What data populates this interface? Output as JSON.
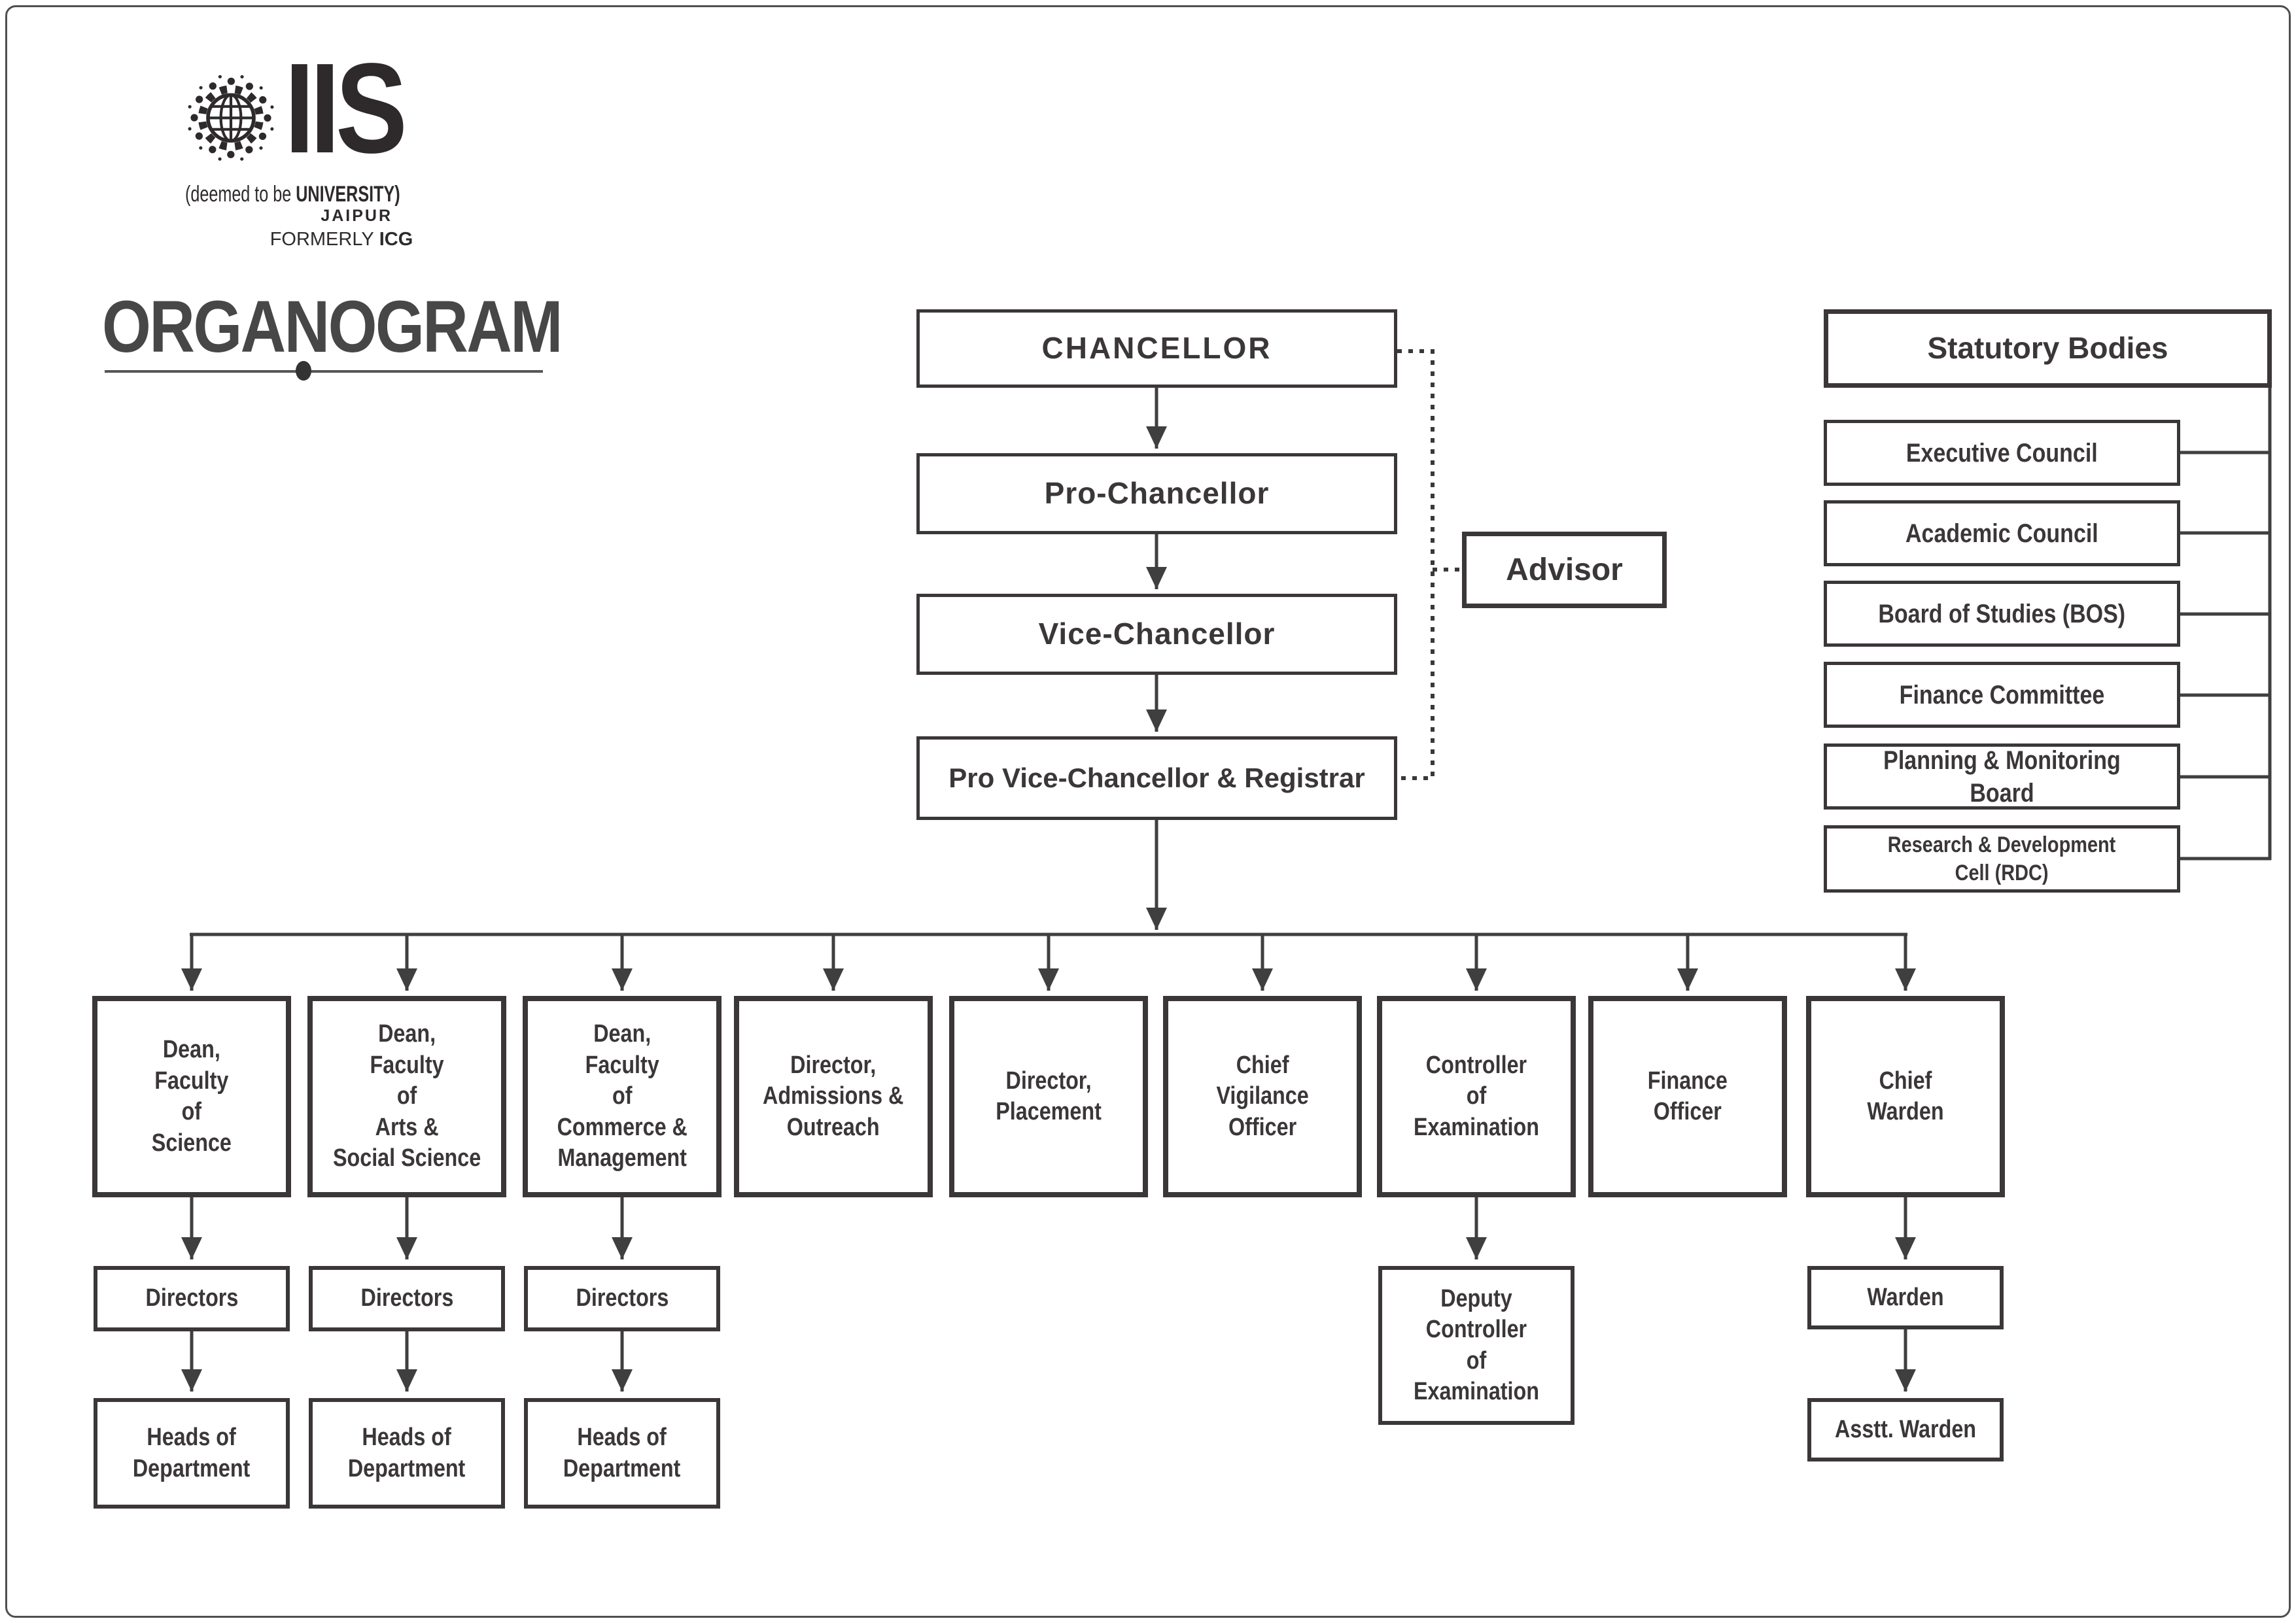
{
  "logo": {
    "globe_icon": "globe-people-emblem",
    "acronym": "IIS",
    "deemed_prefix": "(deemed to be",
    "deemed_bold": "UNIVERSITY)",
    "city": "JAIPUR",
    "formerly_word": "FORMERLY",
    "formerly_org": "ICG"
  },
  "page_title": "ORGANOGRAM",
  "chain": [
    {
      "label": "CHANCELLOR"
    },
    {
      "label": "Pro-Chancellor"
    },
    {
      "label": "Vice-Chancellor"
    },
    {
      "label": "Pro Vice-Chancellor & Registrar"
    }
  ],
  "advisor_label": "Advisor",
  "statutory": {
    "header": "Statutory Bodies",
    "items": [
      "Executive Council",
      "Academic Council",
      "Board of Studies (BOS)",
      "Finance Committee",
      "Planning & Monitoring Board",
      "Research & Development\nCell (RDC)"
    ]
  },
  "columns": [
    {
      "label": "Dean,\nFaculty\nof\nScience",
      "children": [
        "Directors",
        "Heads of\nDepartment"
      ]
    },
    {
      "label": "Dean,\nFaculty\nof\nArts &\nSocial Science",
      "children": [
        "Directors",
        "Heads of\nDepartment"
      ]
    },
    {
      "label": "Dean,\nFaculty\nof\nCommerce &\nManagement",
      "children": [
        "Directors",
        "Heads of\nDepartment"
      ]
    },
    {
      "label": "Director,\nAdmissions &\nOutreach",
      "children": []
    },
    {
      "label": "Director,\nPlacement",
      "children": []
    },
    {
      "label": "Chief\nVigilance\nOfficer",
      "children": []
    },
    {
      "label": "Controller\nof\nExamination",
      "children": [
        "Deputy\nController\nof\nExamination"
      ]
    },
    {
      "label": "Finance\nOfficer",
      "children": []
    },
    {
      "label": "Chief\nWarden",
      "children": [
        "Warden",
        "Asstt. Warden"
      ]
    }
  ],
  "colors": {
    "ink": "#3b3738",
    "line": "#3f3f3f",
    "title": "#474747",
    "logo": "#2e2a2b"
  }
}
